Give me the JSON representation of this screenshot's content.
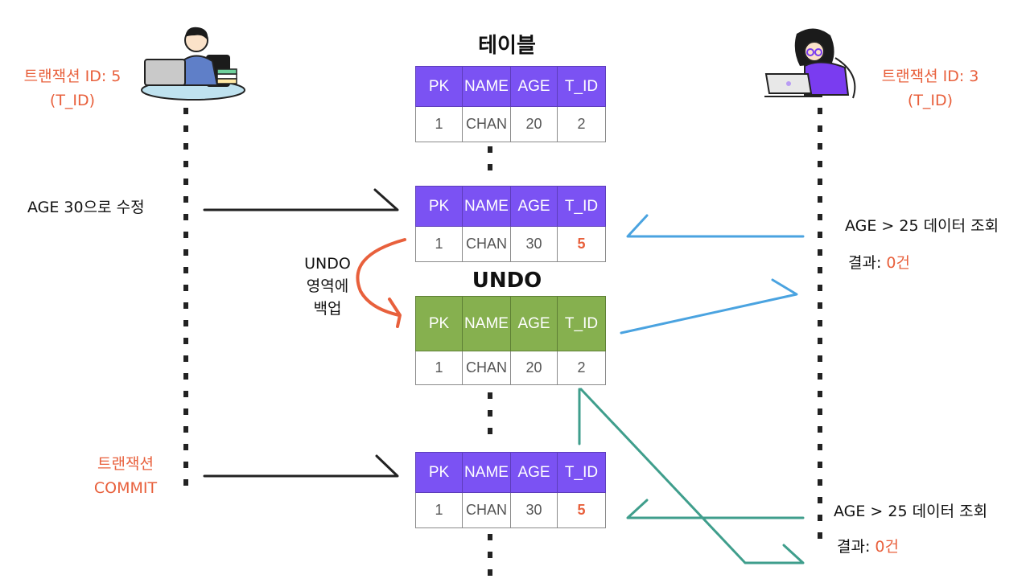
{
  "left_transaction": {
    "label": "트랜잭션 ID: 5",
    "sub": "(T_ID)"
  },
  "right_transaction": {
    "label": "트랜잭션 ID: 3",
    "sub": "(T_ID)"
  },
  "titles": {
    "table": "테이블",
    "undo": "UNDO"
  },
  "columns": [
    "PK",
    "NAME",
    "AGE",
    "T_ID"
  ],
  "tables": {
    "initial": [
      "1",
      "CHAN",
      "20",
      "2"
    ],
    "updated": [
      "1",
      "CHAN",
      "30",
      "5"
    ],
    "undo": [
      "1",
      "CHAN",
      "20",
      "2"
    ],
    "committed": [
      "1",
      "CHAN",
      "30",
      "5"
    ]
  },
  "left_events": {
    "update": "AGE 30으로 수정",
    "undo_note": [
      "UNDO",
      "영역에",
      "백업"
    ],
    "commit": [
      "트랜잭션",
      "COMMIT"
    ]
  },
  "right_events": {
    "query1": "AGE > 25 데이터 조회",
    "result1_label": "결과:",
    "result1_value": "0건",
    "query2": "AGE > 25 데이터 조회",
    "result2_label": "결과:",
    "result2_value": "0건"
  },
  "colors": {
    "header_purple": "#7b52f3",
    "header_green": "#86b04f",
    "highlight": "#e8603c",
    "arrow_blue": "#4aa3e0",
    "arrow_teal": "#3f9e8c",
    "arrow_black": "#222222"
  }
}
